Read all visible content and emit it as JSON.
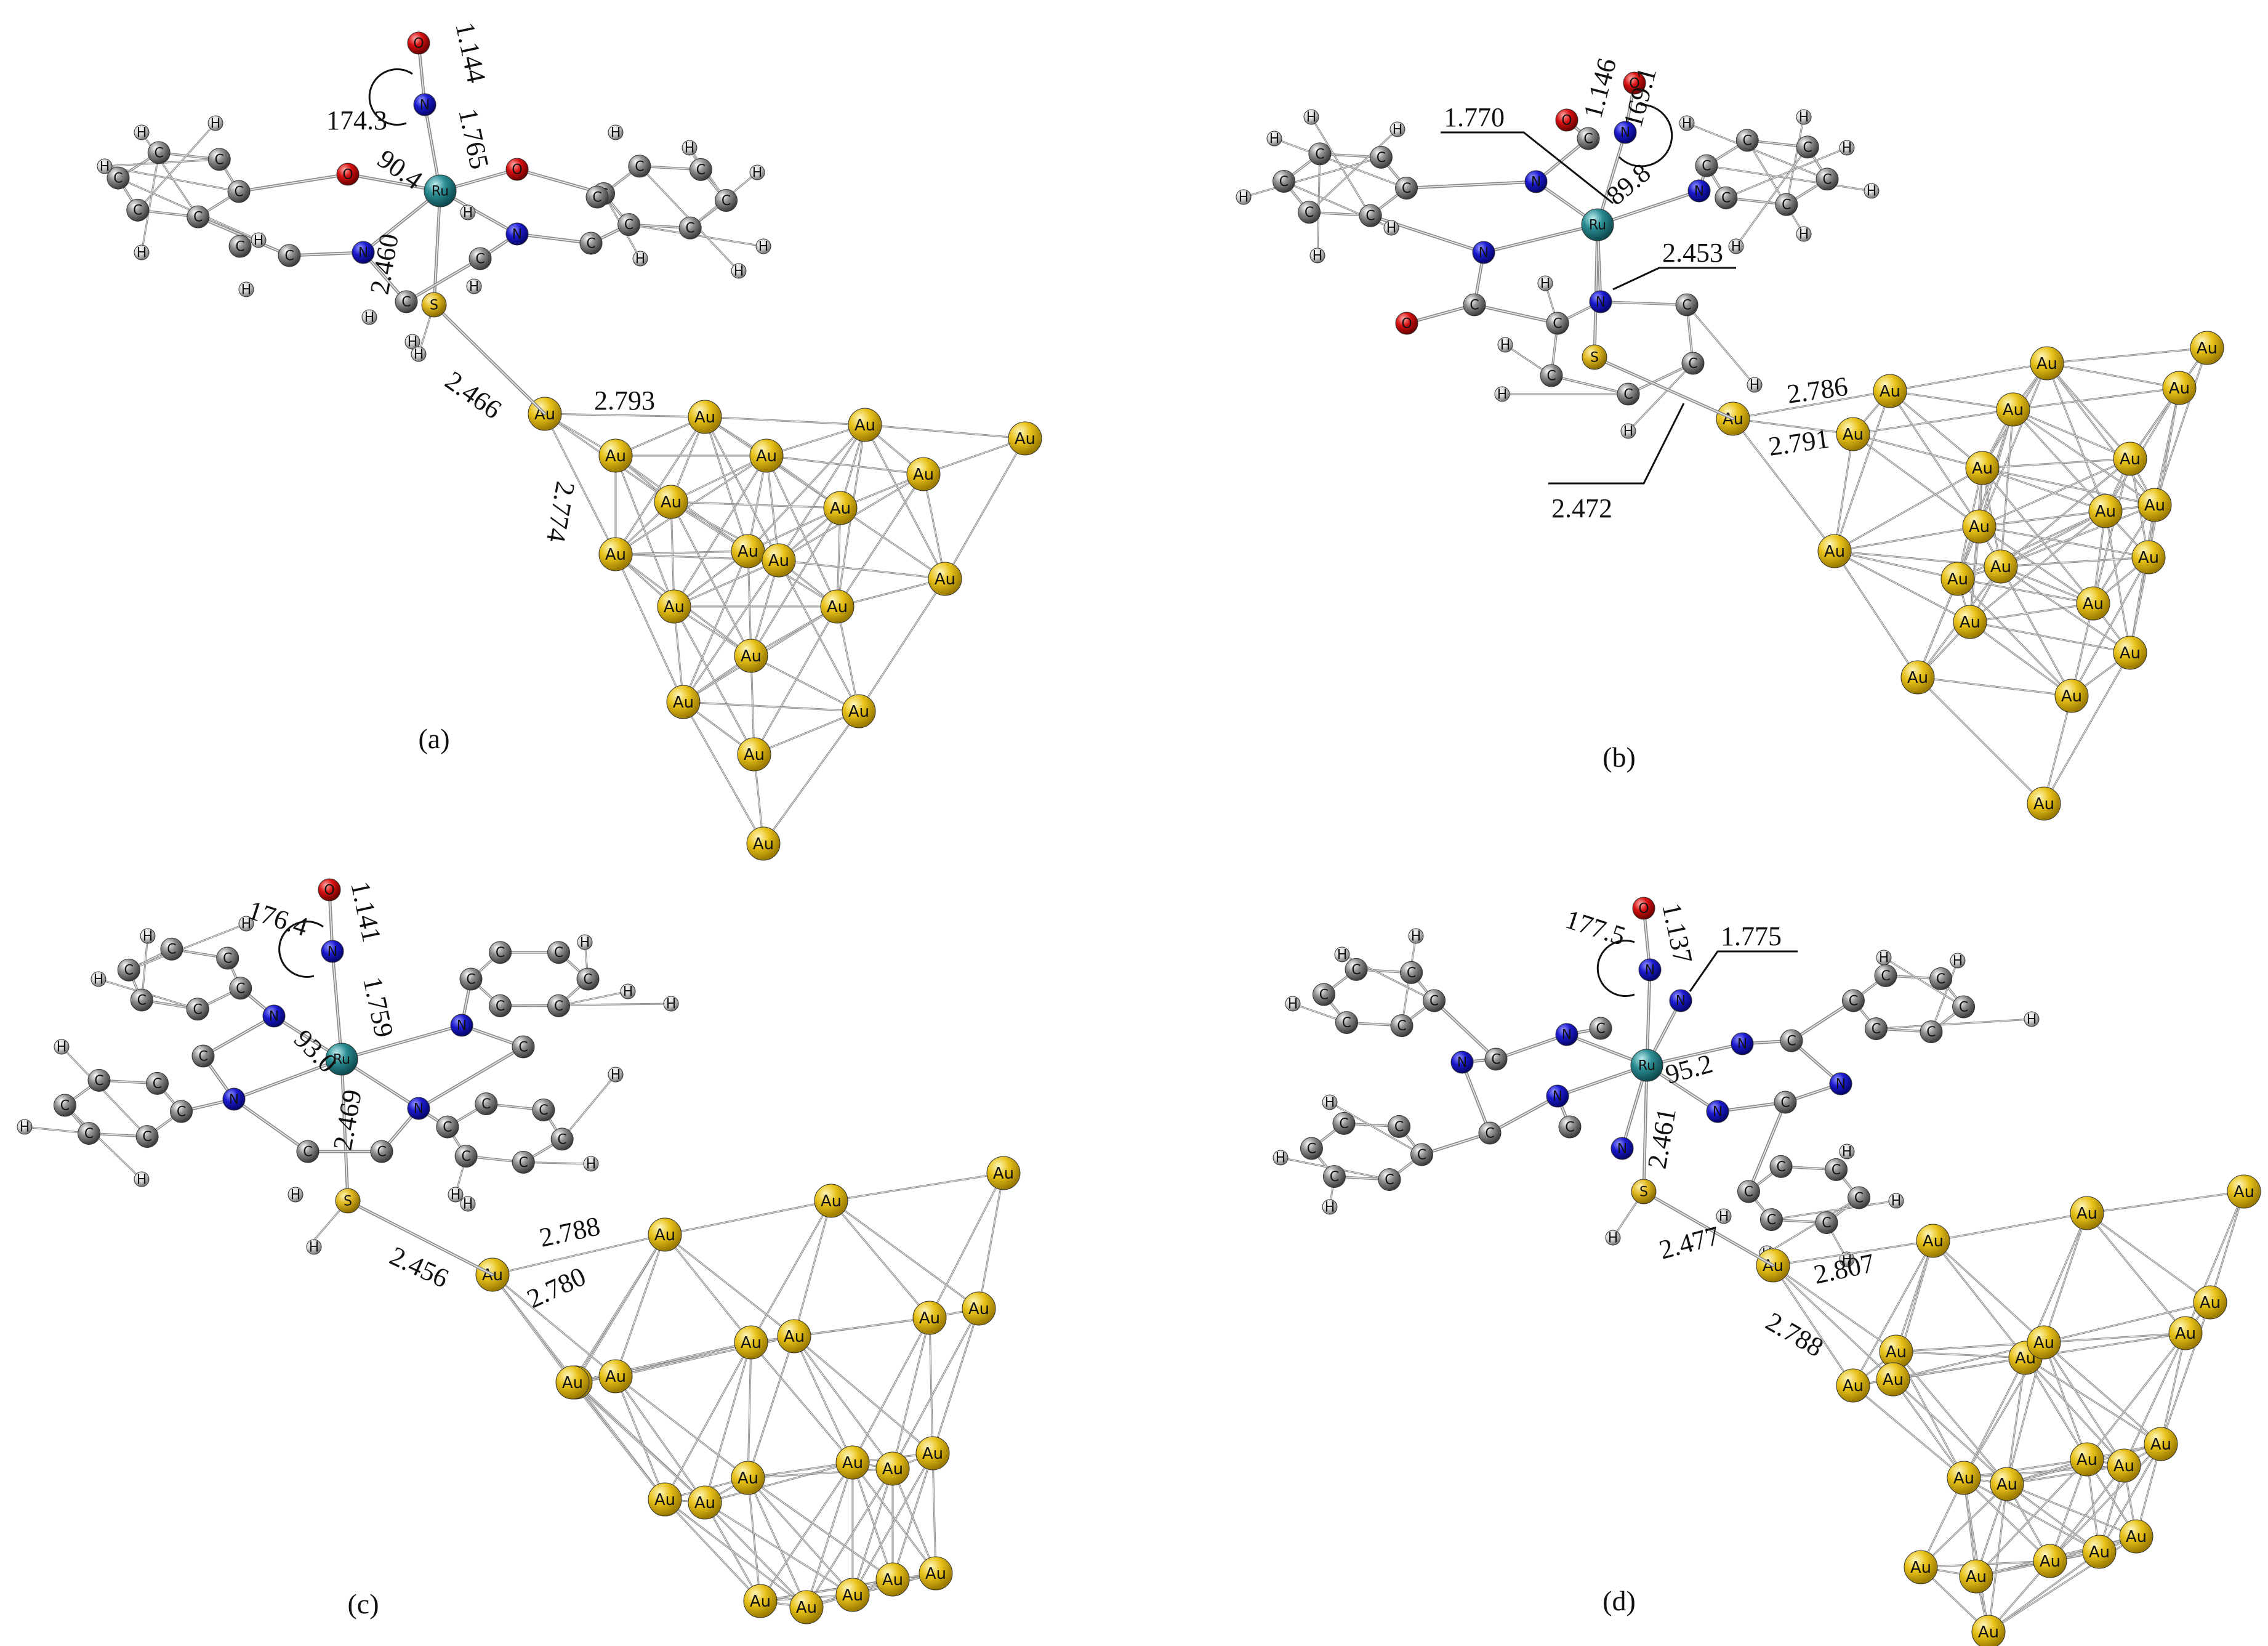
{
  "atoms": {
    "Au": "Au",
    "Ru": "Ru",
    "S": "S",
    "N": "N",
    "O": "O",
    "C": "C",
    "H": "H"
  },
  "colors": {
    "gold": "#e8c21a",
    "ruthenium": "#2a8c92",
    "nitrogen": "#1a1ad0",
    "oxygen": "#d81010",
    "carbon": "#8e8e8e",
    "hydrogen": "#d8d8d8",
    "sulfur": "#e0b820",
    "bond": "#9a9a9a"
  },
  "panels": [
    {
      "label": "(a)",
      "measurements": [
        "1.144",
        "1.765",
        "174.3",
        "90.4",
        "2.460",
        "2.466",
        "2.793",
        "2.774"
      ]
    },
    {
      "label": "(b)",
      "measurements": [
        "1.770",
        "1.146",
        "169.1",
        "89.8",
        "2.453",
        "2.786",
        "2.791",
        "2.472"
      ]
    },
    {
      "label": "(c)",
      "measurements": [
        "1.141",
        "176.4",
        "1.759",
        "93.0",
        "2.469",
        "2.788",
        "2.456",
        "2.780"
      ]
    },
    {
      "label": "(d)",
      "measurements": [
        "177.5",
        "1.137",
        "1.775",
        "95.2",
        "2.461",
        "2.477",
        "2.807",
        "2.788"
      ]
    }
  ]
}
